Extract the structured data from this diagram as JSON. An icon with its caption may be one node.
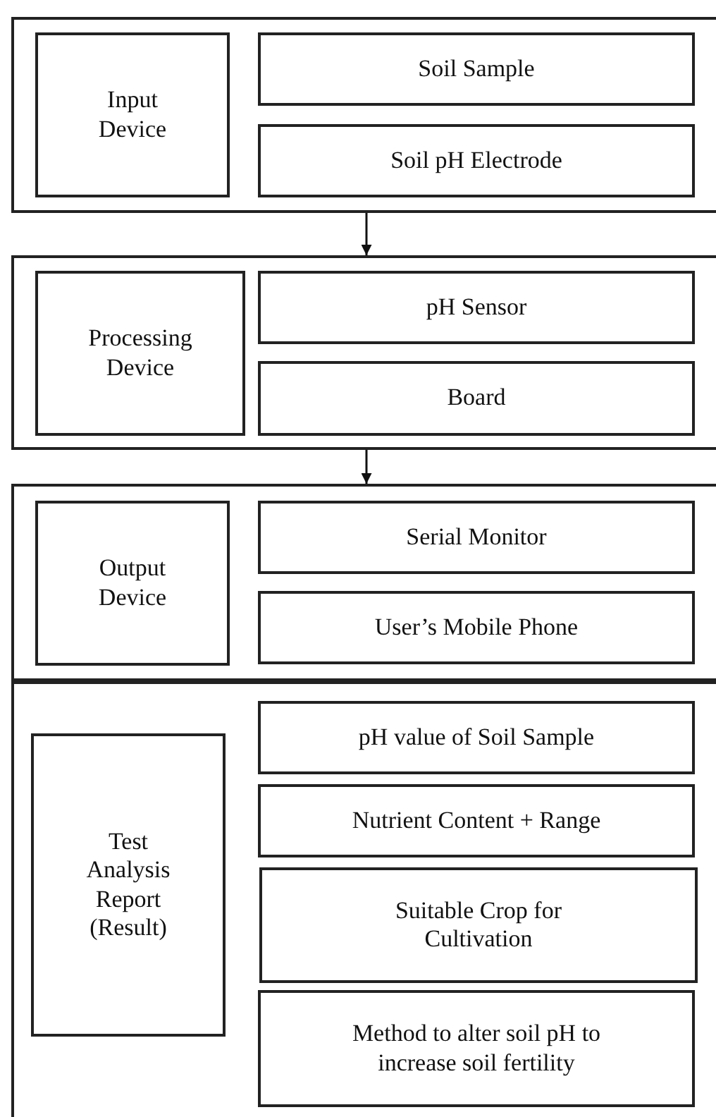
{
  "diagram": {
    "nodes": [
      {
        "text": [],
        "shape": "box"
      },
      {
        "text": [
          "Input Device"
        ],
        "in": 0
      },
      {
        "text": [
          "Soil Sample"
        ],
        "in": 0
      },
      {
        "text": [
          "Soil pH Electrode"
        ],
        "in": 0
      },
      {
        "text": [],
        "shape": "box"
      },
      {
        "text": [
          "Processing Device"
        ],
        "in": 4
      },
      {
        "text": [
          "pH Sensor"
        ],
        "in": 4
      },
      {
        "text": [
          "Board"
        ],
        "in": 4
      },
      {
        "text": [],
        "shape": "box"
      },
      {
        "text": [
          "Output Device"
        ],
        "in": 8
      },
      {
        "text": [
          "Serial Monitor"
        ],
        "in": 8
      },
      {
        "text": [
          "User’s Mobile Phone"
        ],
        "in": 8
      },
      {
        "text": [],
        "shape": "box"
      },
      {
        "text": [
          "Test Analysis Report (Result)"
        ],
        "in": 12
      },
      {
        "text": [
          "pH value of Soil Sample"
        ],
        "in": 12
      },
      {
        "text": [
          "Nutrient Content + Range"
        ],
        "in": 12
      },
      {
        "text": [
          "Suitable Crop for Cultivation"
        ],
        "in": 12
      },
      {
        "text": [
          "Method to alter soil pH to increase soil fertility"
        ],
        "in": 12
      }
    ],
    "edges": [
      {
        "from": 0,
        "to": 4,
        "arrow": "to"
      },
      {
        "from": 4,
        "to": 8,
        "arrow": "to"
      }
    ]
  }
}
